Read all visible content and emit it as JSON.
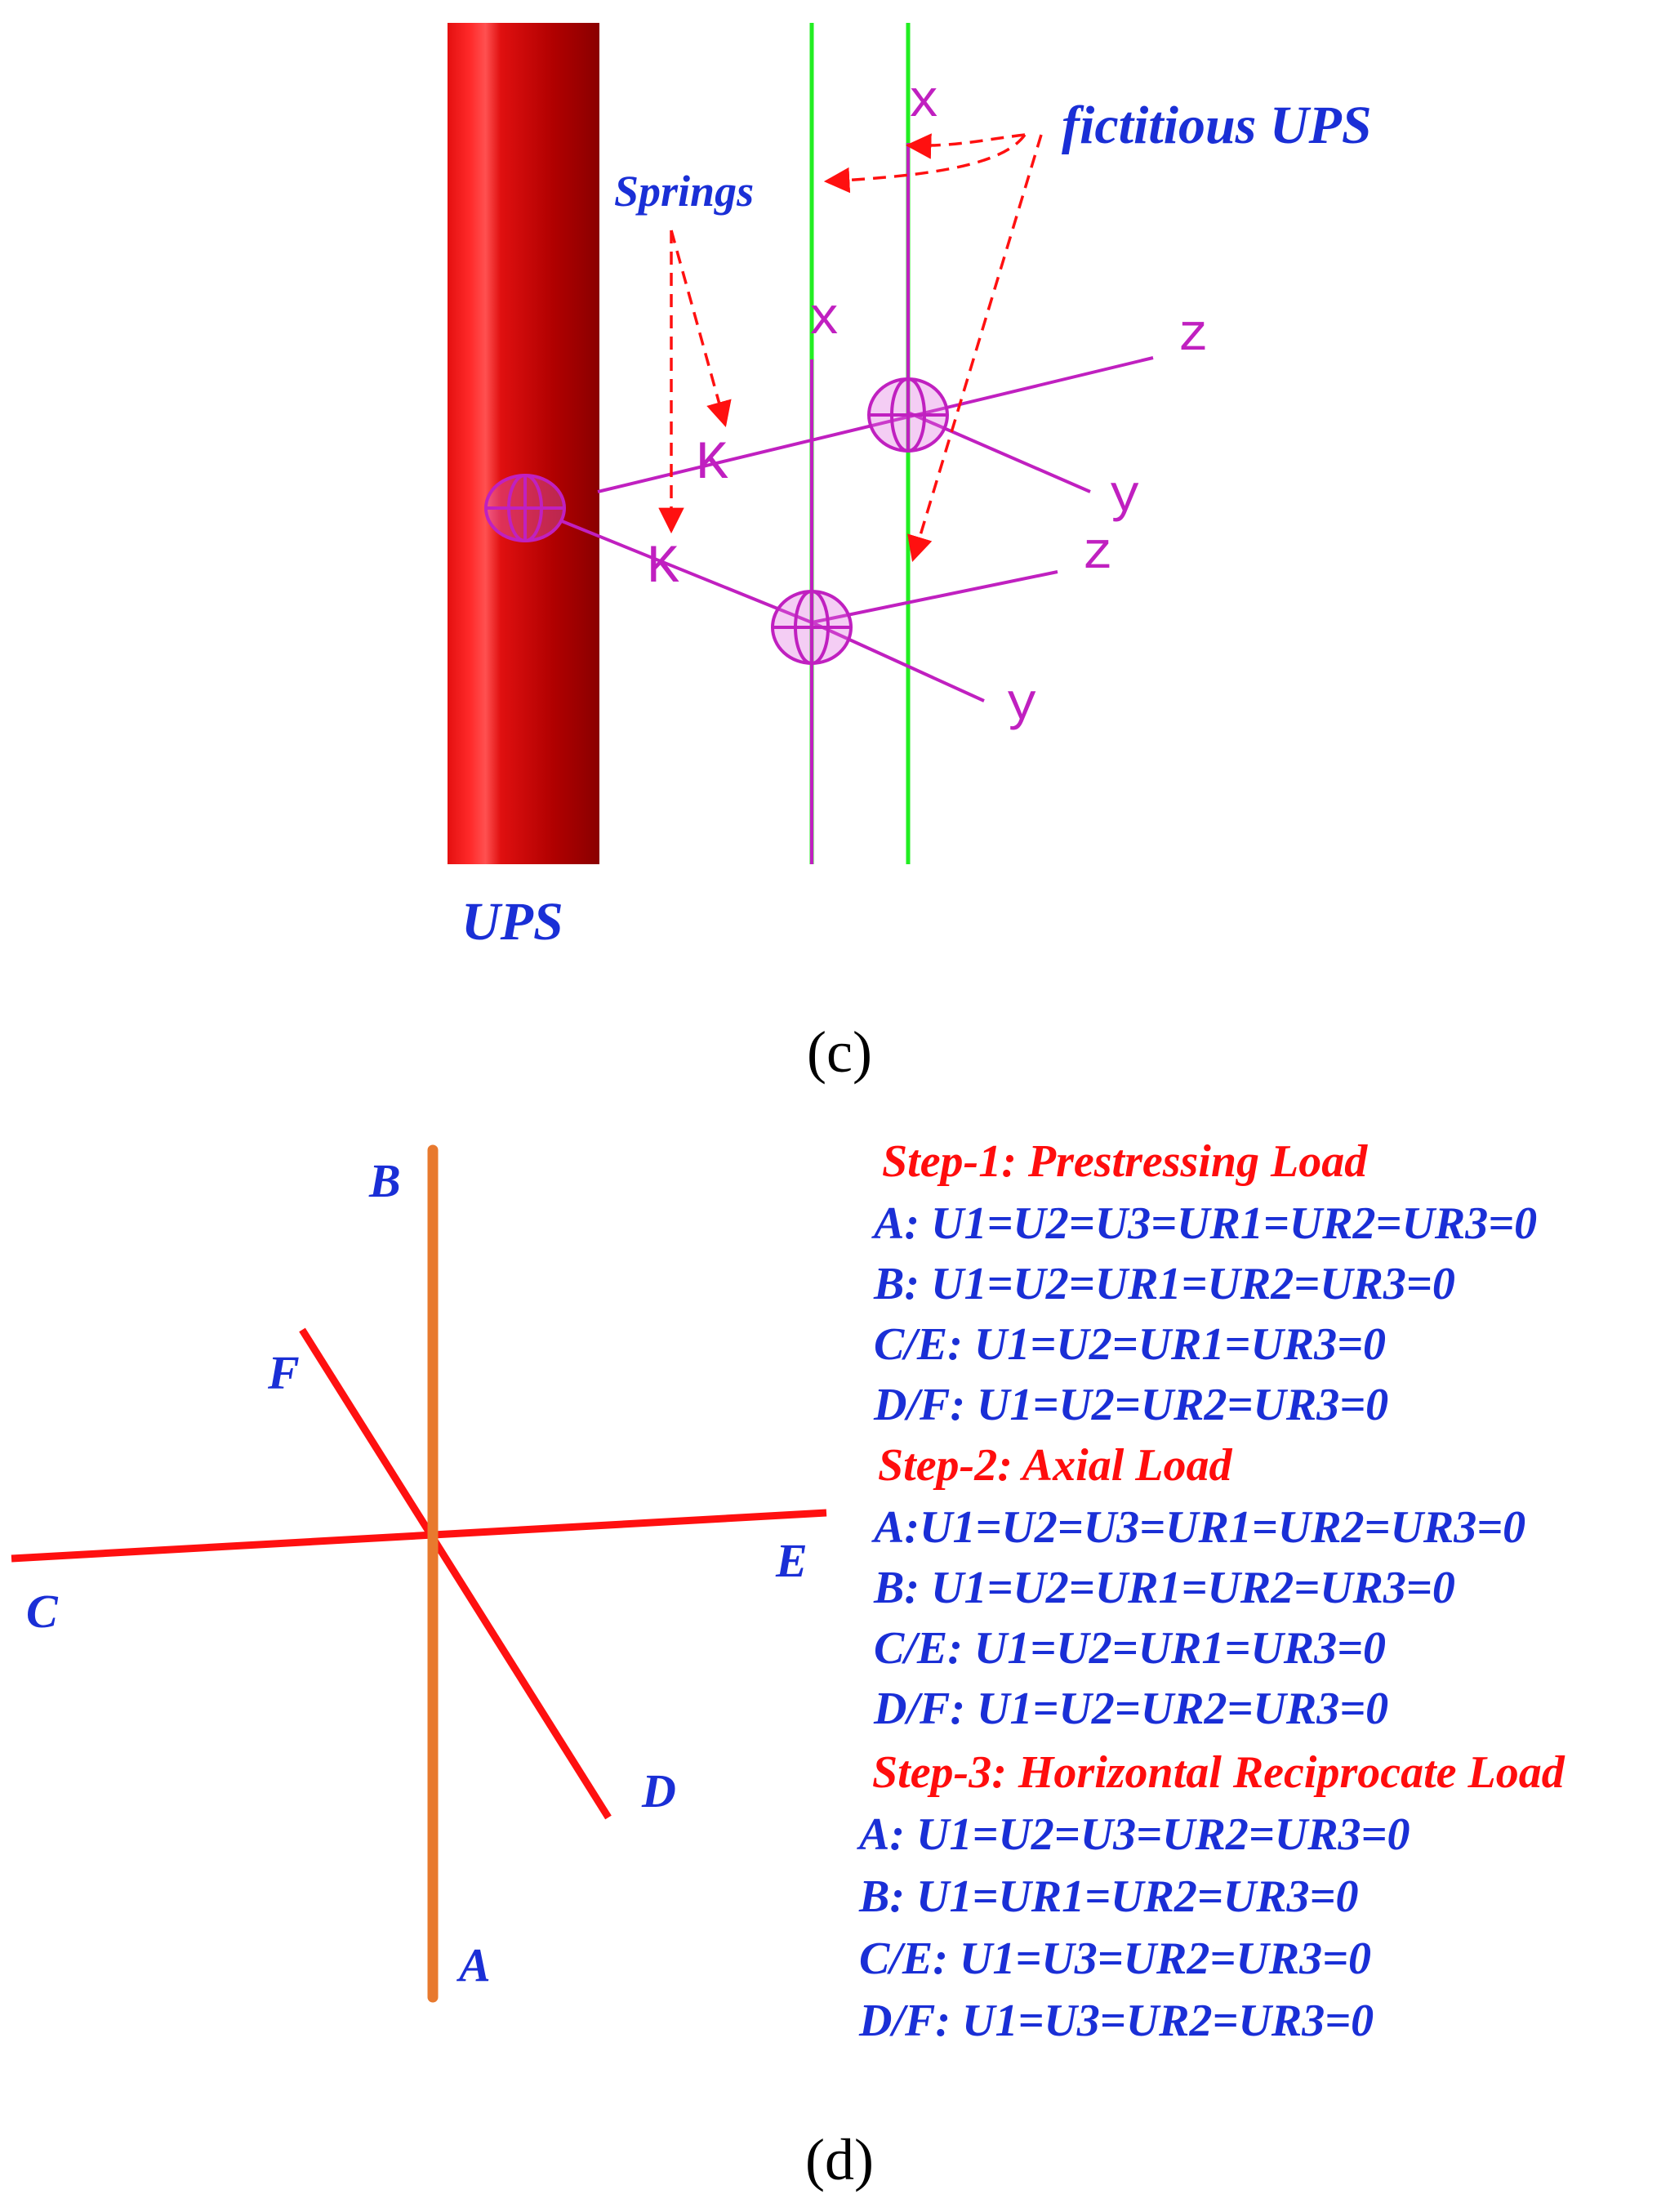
{
  "panel_c": {
    "caption": "(c)",
    "ups_label": "UPS",
    "springs_label": "Springs",
    "fictitious_label": "fictitious UPS",
    "spring_symbol": "K",
    "axis_labels": {
      "x": "x",
      "y": "y",
      "z": "z"
    },
    "colors": {
      "ups": "#b00000",
      "fictitious_ups": "#22ee22",
      "model": "#c020c0",
      "arrows": "#ff1010"
    }
  },
  "panel_d": {
    "caption": "(d)",
    "node_labels": {
      "A": "A",
      "B": "B",
      "C": "C",
      "D": "D",
      "E": "E",
      "F": "F"
    },
    "colors": {
      "vertical_member": "#e8792e",
      "beams": "#ff1010"
    },
    "steps": [
      {
        "title": "Step-1: Prestressing Load",
        "conditions": [
          "A: U1=U2=U3=UR1=UR2=UR3=0",
          "B: U1=U2=UR1=UR2=UR3=0",
          "C/E: U1=U2=UR1=UR3=0",
          "D/F: U1=U2=UR2=UR3=0"
        ]
      },
      {
        "title": "Step-2: Axial Load",
        "conditions": [
          "A:U1=U2=U3=UR1=UR2=UR3=0",
          "B: U1=U2=UR1=UR2=UR3=0",
          "C/E: U1=U2=UR1=UR3=0",
          "D/F: U1=U2=UR2=UR3=0"
        ]
      },
      {
        "title": "Step-3: Horizontal Reciprocate Load",
        "conditions": [
          "A: U1=U2=U3=UR2=UR3=0",
          "B: U1=UR1=UR2=UR3=0",
          "C/E: U1=U3=UR2=UR3=0",
          "D/F: U1=U3=UR2=UR3=0"
        ]
      }
    ]
  }
}
